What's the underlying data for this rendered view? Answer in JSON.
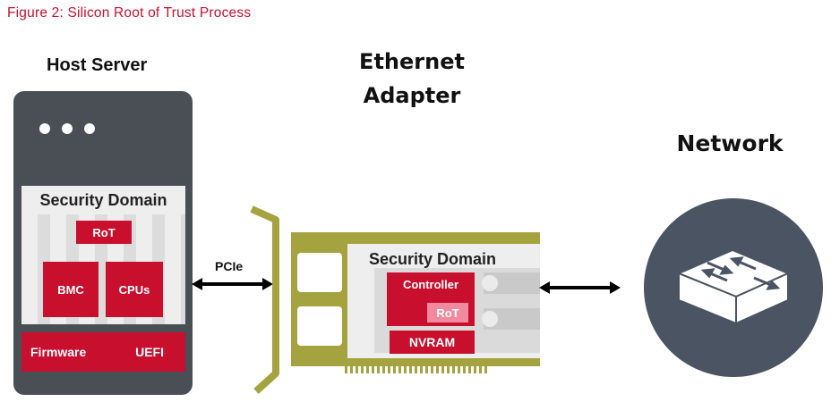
{
  "caption": "Figure 2: Silicon Root of Trust Process",
  "host": {
    "title": "Host Server",
    "security_domain": "Security Domain",
    "rot": "RoT",
    "bmc": "BMC",
    "cpus": "CPUs",
    "firmware": "Firmware",
    "uefi": "UEFI"
  },
  "link_label": "PCIe",
  "ethernet": {
    "title_line1": "Ethernet",
    "title_line2": "Adapter",
    "security_domain": "Security Domain",
    "controller": "Controller",
    "rot": "RoT",
    "nvram": "NVRAM"
  },
  "network": {
    "title": "Network",
    "icon": "network-switch-icon"
  },
  "colors": {
    "accent_red": "#c8102e",
    "rot_light": "#f08a9c",
    "server_gray": "#4a4f55",
    "card_olive": "#a4a33f",
    "network_slate": "#4a5463"
  }
}
